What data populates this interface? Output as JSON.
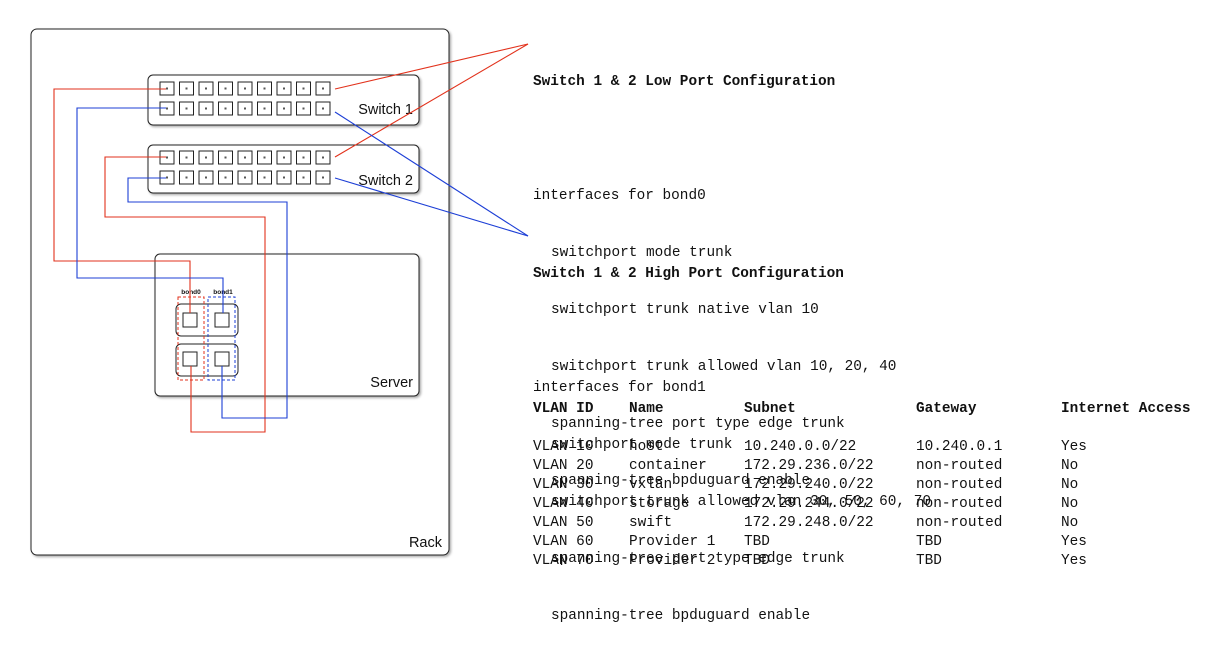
{
  "labels": {
    "rack": "Rack",
    "switch1": "Switch 1",
    "switch2": "Switch 2",
    "server": "Server",
    "bond0": "bond0",
    "bond1": "bond1"
  },
  "colors": {
    "low_link": "#e2321c",
    "high_link": "#1d3fd6",
    "outline": "#222222"
  },
  "low_config": {
    "title": "Switch 1 & 2 Low Port Configuration",
    "interface_line": "interfaces for bond0",
    "lines": [
      "switchport mode trunk",
      "switchport trunk native vlan 10",
      "switchport trunk allowed vlan 10, 20, 40",
      "spanning-tree port type edge trunk",
      "spanning-tree bpduguard enable"
    ]
  },
  "high_config": {
    "title": "Switch 1 & 2 High Port Configuration",
    "interface_line": "interfaces for bond1",
    "lines": [
      "switchport mode trunk",
      "switchport trunk allowed vlan 30, 50, 60, 70",
      "spanning-tree port type edge trunk",
      "spanning-tree bpduguard enable"
    ]
  },
  "vlan_table": {
    "headers": [
      "VLAN ID",
      "Name",
      "Subnet",
      "Gateway",
      "Internet Access"
    ],
    "rows": [
      [
        "VLAN 10",
        "host",
        "10.240.0.0/22",
        "10.240.0.1",
        "Yes"
      ],
      [
        "VLAN 20",
        "container",
        "172.29.236.0/22",
        "non-routed",
        "No"
      ],
      [
        "VLAN 30",
        "vxlan",
        "172.29.240.0/22",
        "non-routed",
        "No"
      ],
      [
        "VLAN 40",
        "storage",
        "172.29.244.0/22",
        "non-routed",
        "No"
      ],
      [
        "VLAN 50",
        "swift",
        "172.29.248.0/22",
        "non-routed",
        "No"
      ],
      [
        "VLAN 60",
        "Provider 1",
        "TBD",
        "TBD",
        "Yes"
      ],
      [
        "VLAN 70",
        "Provider 2",
        "TBD",
        "TBD",
        "Yes"
      ]
    ]
  }
}
